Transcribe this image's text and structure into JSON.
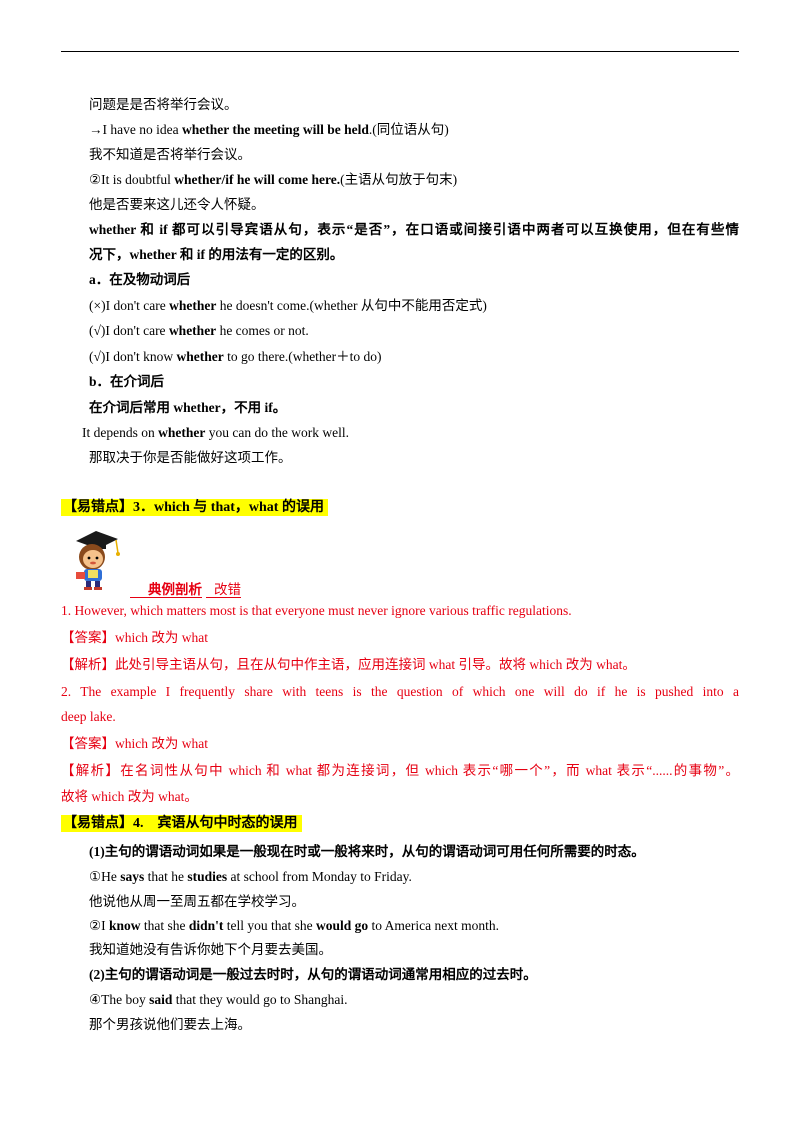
{
  "lines": {
    "l1": "问题是是否将举行会议。",
    "l2_pre": "→I have no idea ",
    "l2_bold": "whether the meeting will be held",
    "l2_post": ".(同位语从句)",
    "l3": "我不知道是否将举行会议。",
    "l4_pre": "②It is doubtful ",
    "l4_bold": "whether/if he will come here.",
    "l4_post": "(主语从句放于句末)",
    "l5": "他是否要来这儿还令人怀疑。",
    "l6a": "whether 和 if 都可以引导宾语从句，表示“是否”，在口语或间接引语中两者可以互换使用，但在有些情",
    "l6b": "况下，whether 和 if 的用法有一定的区别。",
    "l7": "a．在及物动词后",
    "l8_pre": "(×)I don't care ",
    "l8_bold": "whether",
    "l8_post": " he doesn't come.(whether 从句中不能用否定式)",
    "l9_pre": "(√)I don't care ",
    "l9_bold": "whether",
    "l9_post": " he comes or not.",
    "l10_pre": "(√)I don't know ",
    "l10_bold": "whether",
    "l10_post": " to go there.(whether＋to do)",
    "l11": "b．在介词后",
    "l12": "在介词后常用 whether，不用 if。",
    "l13_pre": "It depends on ",
    "l13_bold": "whether",
    "l13_post": " you can do the work well.",
    "l14": "那取决于你是否能做好这项工作。"
  },
  "section3": {
    "heading": "【易错点】3．which 与 that，what 的误用",
    "example_label": "典例剖析",
    "example_sub": "改错",
    "q1": "1. However, which matters most is that everyone must never ignore various traffic regulations.",
    "a1": "【答案】which 改为 what",
    "e1": "【解析】此处引导主语从句，且在从句中作主语，应用连接词 what 引导。故将 which 改为 what。",
    "q2a": "2. The example I frequently share with teens is the question of which one will do if he is pushed into a",
    "q2b": "deep lake.",
    "a2": "【答案】which 改为 what",
    "e2a": "【解析】在名词性从句中 which 和 what 都为连接词，但 which 表示“哪一个”，而 what 表示“......的事物”。",
    "e2b": "故将 which 改为 what。"
  },
  "section4": {
    "heading": "【易错点】4.　宾语从句中时态的误用",
    "rule1": "(1)主句的谓语动词如果是一般现在时或一般将来时，从句的谓语动词可用任何所需要的时态。",
    "s1_pre": "①He ",
    "s1_b1": "says",
    "s1_mid": " that he ",
    "s1_b2": "studies",
    "s1_post": " at school from Monday to Friday.",
    "s1_cn": "他说他从周一至周五都在学校学习。",
    "s2_pre": "②I ",
    "s2_b1": "know",
    "s2_mid1": " that she ",
    "s2_b2": "didn't",
    "s2_mid2": " tell you that she ",
    "s2_b3": "would go",
    "s2_post": " to America next month.",
    "s2_cn": "我知道她没有告诉你她下个月要去美国。",
    "rule2": "(2)主句的谓语动词是一般过去时时，从句的谓语动词通常用相应的过去时。",
    "s3_pre": "④The boy ",
    "s3_b": "said",
    "s3_post": " that they would go to Shanghai.",
    "s3_cn": "那个男孩说他们要去上海。"
  },
  "colors": {
    "red": "#e60012",
    "highlight": "#ffff00"
  },
  "icons": {
    "avatar": "cartoon-student-graduation-cap-icon"
  }
}
